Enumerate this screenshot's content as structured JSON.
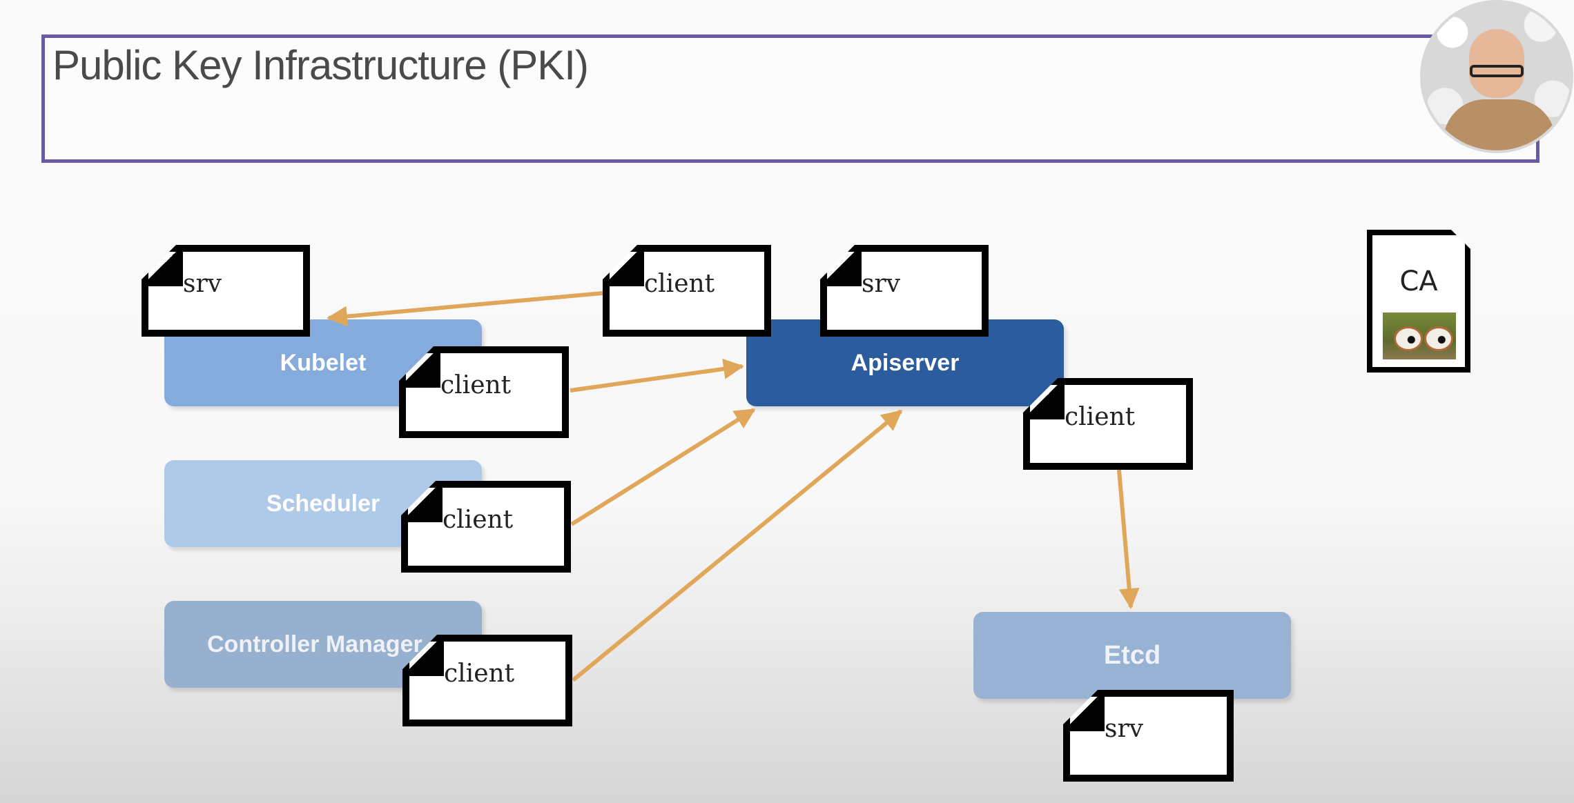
{
  "title": "Public Key Infrastructure (PKI)",
  "components": {
    "kubelet": "Kubelet",
    "scheduler": "Scheduler",
    "controller_manager": "Controller Manager",
    "apiserver": "Apiserver",
    "etcd": "Etcd"
  },
  "certs": {
    "kubelet_srv": "srv",
    "kubelet_client": "client",
    "apiserver_client_to_kubelet": "client",
    "apiserver_srv": "srv",
    "scheduler_client": "client",
    "controller_manager_client": "client",
    "apiserver_etcd_client": "client",
    "etcd_srv": "srv",
    "ca": "CA"
  },
  "colors": {
    "title_border": "#6a5aa6",
    "kubelet": "#84abdb",
    "scheduler": "#afcae9",
    "controller_manager": "#97b0ce",
    "apiserver": "#2b5d9e",
    "etcd": "#97b2d3",
    "arrow": "#e0a75a"
  }
}
